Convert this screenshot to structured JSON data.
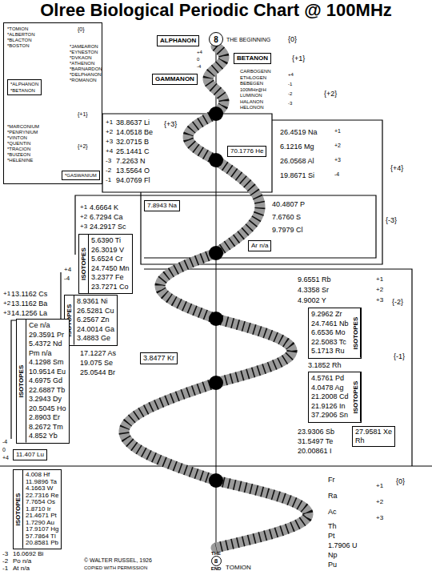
{
  "diagram": {
    "title": "Olree Biological Periodic Chart @ 100MHz",
    "nodes": [
      {
        "text": [
          "*TOMION *ALBERTON *BLACTON *BOSTON",
          "{0}",
          "*JAMEARON *EYNESTON *DVKAON *ATHENON *BARNARDON *DELPHANON *ROMANON",
          "*MARCONIUM *PENRYNIUM *VINTON *QUENTIN *TRACION *BUIZEON *HELENINE",
          "{+1}",
          "{+2}"
        ]
      },
      {
        "text": [
          "*ALPHANON *BETANON"
        ],
        "in": 0
      },
      {
        "text": [
          "*GASWANIUM"
        ],
        "in": 0
      },
      {
        "text": [
          "8",
          "THE BEGINNING"
        ]
      },
      {
        "text": [
          "ALPHANON"
        ]
      },
      {
        "text": [
          "BETANON"
        ]
      },
      {
        "text": [
          "GAMMANON"
        ]
      },
      {
        "text": [
          "70.1776 He"
        ]
      },
      {
        "text": [
          "7.8943 Na"
        ]
      },
      {
        "text": [
          "Ar n/a"
        ]
      },
      {
        "text": [
          "ISOTOPES",
          "5.6390 Ti",
          "26.3019 V",
          "5.6524 Cr",
          "24.7450 Mn",
          "3.2377 Fe",
          "23.7271 Co"
        ]
      },
      {
        "text": [
          "ISOTOPES",
          "8.9361 Ni",
          "26.5281 Cu",
          "6.2567 Zn",
          "24.0014 Ga",
          "3.4883 Ge"
        ]
      },
      {
        "text": [
          "ISOTOPES",
          "9.2962 Zr",
          "24.7461 Nb",
          "6.6536 Mo",
          "22.5083 Tc",
          "5.1713 Ru"
        ]
      },
      {
        "text": [
          "3.8477 Kr"
        ]
      },
      {
        "text": [
          "ISOTOPES",
          "4.5761 Pd",
          "4.0478 Ag",
          "21.2008 Cd",
          "21.9126 In",
          "37.2906 Sn"
        ]
      },
      {
        "text": [
          "ISOTOPES",
          "Ce n/a",
          "29.3591 Pr",
          "5.4372 Nd",
          "Pm n/a",
          "4.1298 Sm",
          "10.9514 Eu",
          "4.6975 Gd",
          "22.6887 Tb",
          "3.2943 Dy",
          "20.5045 Ho",
          "2.8903 Er",
          "8.2672 Tm",
          "4.852 Yb"
        ]
      },
      {
        "text": [
          "27.9581 Xe",
          "Rh"
        ]
      },
      {
        "text": [
          "11.407 Lu"
        ]
      },
      {
        "text": [
          "ISOTOPES",
          "4.008 Hf",
          "11.9896 Ta",
          "4.1663 W",
          "22.7316 Re",
          "7.7654 Os",
          "1.8710 Ir",
          "21.4671 Pt",
          "1.7290 Au",
          "17.9107 Hg",
          "57.7864 Tl",
          "20.8581 Pb"
        ]
      },
      {
        "text": [
          "THE",
          "8",
          "END"
        ]
      }
    ],
    "labels": [
      "CARBOGENN",
      "ETHLOGEN",
      "BEBEGEN",
      "100MHz@H",
      "LUMINON",
      "HALANON",
      "HELONON",
      "{0}",
      "{+1}",
      "{+2}",
      "+4",
      "0",
      "-4",
      "+4",
      "-1",
      "-2",
      "-3",
      "+1",
      "+2",
      "+3",
      "+4",
      "-3",
      "-2",
      "-1",
      "38.8637 Li",
      "14.0518 Be",
      "32.0715 B",
      "25.1441 C",
      "7.2263 N",
      "13.5564 O",
      "94.0769 Fl",
      "{+3}",
      "26.4519 Na",
      "6.1216 Mg",
      "26.0568 Al",
      "19.8671 Si",
      "+1",
      "+2",
      "+3",
      "-4",
      "{+4}",
      "+1",
      "+2",
      "+3",
      "4.6664 K",
      "6.7294 Ca",
      "24.2917 Sc",
      "40.4807 P",
      "7.6760 S",
      "9.7979 Cl",
      "{-3}",
      "+4",
      "-4",
      "17.1227 As",
      "19.075 Se",
      "25.0544 Br",
      "9.6551 Rb",
      "4.3358 Sr",
      "4.9002 Y",
      "+1",
      "+2",
      "+3",
      "{-2}",
      "3.1852 Rh",
      "{-1}",
      "+1",
      "+2",
      "+3",
      "13.1162 Cs",
      "13.1162 Ba",
      "14.1256 La",
      "23.9306 Sb",
      "31.5497 Te",
      "20.00861 I",
      "-4",
      "0",
      "+4",
      "{0}",
      "Fr",
      "Ra",
      "Ac",
      "Th",
      "Pt",
      "1.7906 U",
      "Np",
      "Pu",
      "+1",
      "+2",
      "+3",
      "-3",
      "-2",
      "-1",
      "16.0692 Bi",
      "Po n/a",
      "At n/a",
      "TOMION",
      "© WALTER RUSSEL, 1926",
      "COPIED WITH PERMISSION"
    ]
  }
}
